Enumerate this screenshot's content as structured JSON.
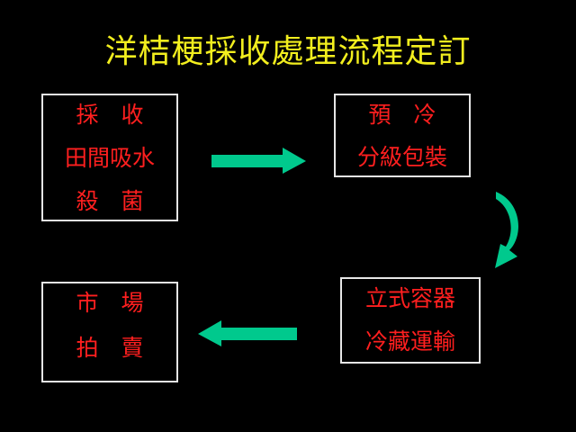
{
  "title": "洋桔梗採收處理流程定訂",
  "steps": [
    {
      "lines": [
        "採　收",
        "田間吸水",
        "殺　菌"
      ]
    },
    {
      "lines": [
        "預　冷",
        "分級包裝"
      ]
    },
    {
      "lines": [
        "立式容器",
        "冷藏運輸"
      ]
    },
    {
      "lines": [
        "市　場",
        "拍　賣"
      ]
    }
  ],
  "colors": {
    "background": "#000000",
    "title": "#f2ee1e",
    "step_text": "#ff1f1f",
    "box_border": "#e6e6e6",
    "arrow": "#00c98d"
  }
}
